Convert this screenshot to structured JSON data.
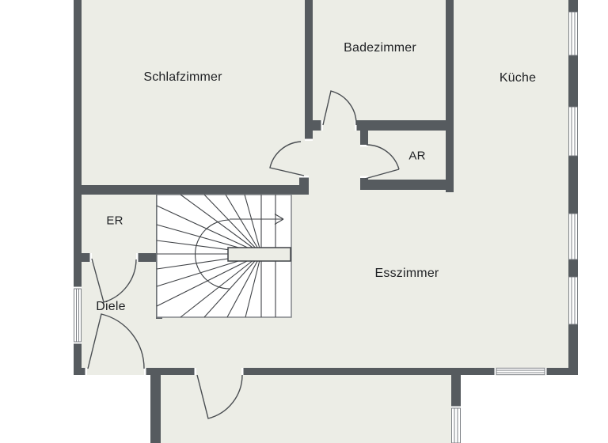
{
  "meta": {
    "type": "floor-plan",
    "language": "de"
  },
  "colors": {
    "background": "#FFFFFF",
    "floor": "#ECEDE6",
    "wall": "#565B5F",
    "line": "#4A4E52",
    "text": "#1F2124"
  },
  "rooms": [
    {
      "id": "schlafzimmer",
      "label": "Schlafzimmer"
    },
    {
      "id": "badezimmer",
      "label": "Badezimmer"
    },
    {
      "id": "kueche",
      "label": "Küche"
    },
    {
      "id": "ar",
      "label": "AR"
    },
    {
      "id": "er",
      "label": "ER"
    },
    {
      "id": "diele",
      "label": "Diele"
    },
    {
      "id": "esszimmer",
      "label": "Esszimmer"
    }
  ],
  "stairs": {
    "direction_arrow": "up-right"
  }
}
